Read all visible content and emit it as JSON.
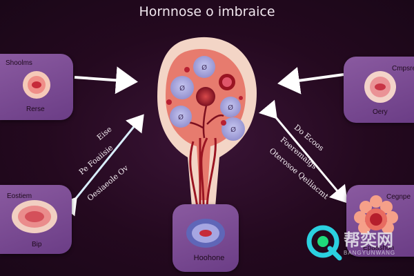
{
  "title": "Hornnose o imbraice",
  "boxes": {
    "top_left": {
      "label_top": "Shoolms",
      "label_bottom": "Rerse"
    },
    "bottom_left": {
      "label_top": "Eostiem",
      "label_bottom": "Bip"
    },
    "top_right": {
      "label_top": "Cmpsre",
      "label_bottom": "Oery"
    },
    "bottom_right": {
      "label_top": "Cegnpe",
      "label_bottom": "Epaashon"
    },
    "center": {
      "label": "Hoohone"
    }
  },
  "arrow_texts": {
    "left_1": "Eise",
    "left_2": "Pe Foaiisie",
    "left_3": "Oesiaeole Ov",
    "right_1": "Do Ecoos",
    "right_2": "Foeremalgs",
    "right_3": "Oterosoe Qeiliacmt"
  },
  "follicle_labels": [
    "Ø",
    "Ø",
    "Ø",
    "Ø",
    "Ø"
  ],
  "watermark": {
    "text": "帮奕网",
    "subtext": "BANGYUNWANG"
  },
  "colors": {
    "background": "#24091f",
    "box": "#7a4a93",
    "organ_outer": "#f3d5c6",
    "organ_inner": "#e57a6e",
    "follicle": "#a7a6dc",
    "vessel": "#9a1422",
    "arrow": "#ffffff",
    "arrow_diag": "#bfe3ff"
  }
}
